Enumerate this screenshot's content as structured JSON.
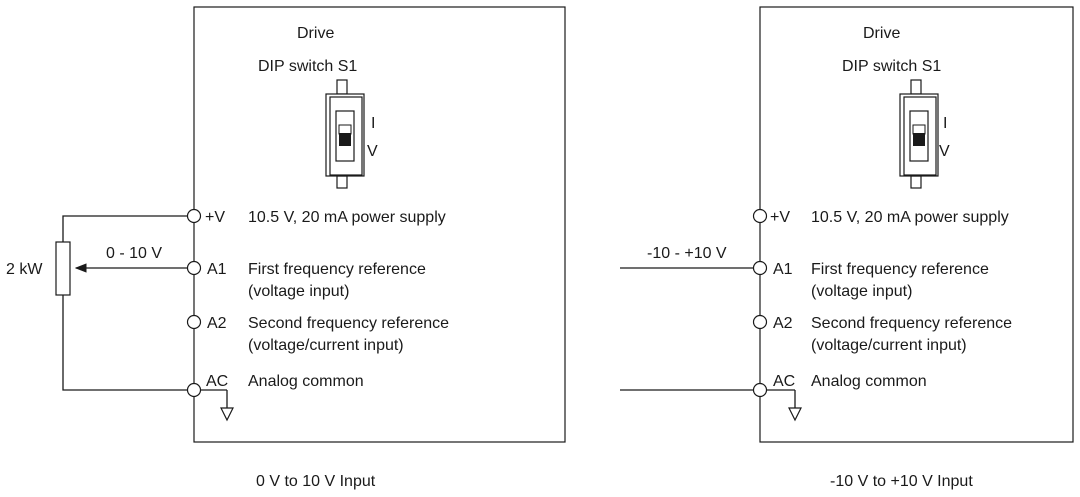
{
  "panels": [
    {
      "title": "Drive",
      "switch_label": "DIP switch S1",
      "switch_positions": [
        "I",
        "V"
      ],
      "terminals": [
        {
          "id": "+V",
          "lines": [
            "10.5 V, 20 mA power supply"
          ]
        },
        {
          "id": "A1",
          "lines": [
            "First frequency reference",
            "(voltage input)"
          ]
        },
        {
          "id": "A2",
          "lines": [
            "Second frequency reference",
            "(voltage/current input)"
          ]
        },
        {
          "id": "AC",
          "lines": [
            "Analog common"
          ]
        }
      ],
      "external": {
        "resistor_label": "2 kW",
        "signal_label": "0 - 10 V"
      },
      "caption": "0 V to 10 V Input"
    },
    {
      "title": "Drive",
      "switch_label": "DIP switch S1",
      "switch_positions": [
        "I",
        "V"
      ],
      "terminals": [
        {
          "id": "+V",
          "lines": [
            "10.5 V, 20 mA power supply"
          ]
        },
        {
          "id": "A1",
          "lines": [
            "First frequency reference",
            "(voltage input)"
          ]
        },
        {
          "id": "A2",
          "lines": [
            "Second frequency reference",
            "(voltage/current input)"
          ]
        },
        {
          "id": "AC",
          "lines": [
            "Analog common"
          ]
        }
      ],
      "external": {
        "signal_label": "-10 - +10 V"
      },
      "caption": "-10 V to +10 V Input"
    }
  ]
}
